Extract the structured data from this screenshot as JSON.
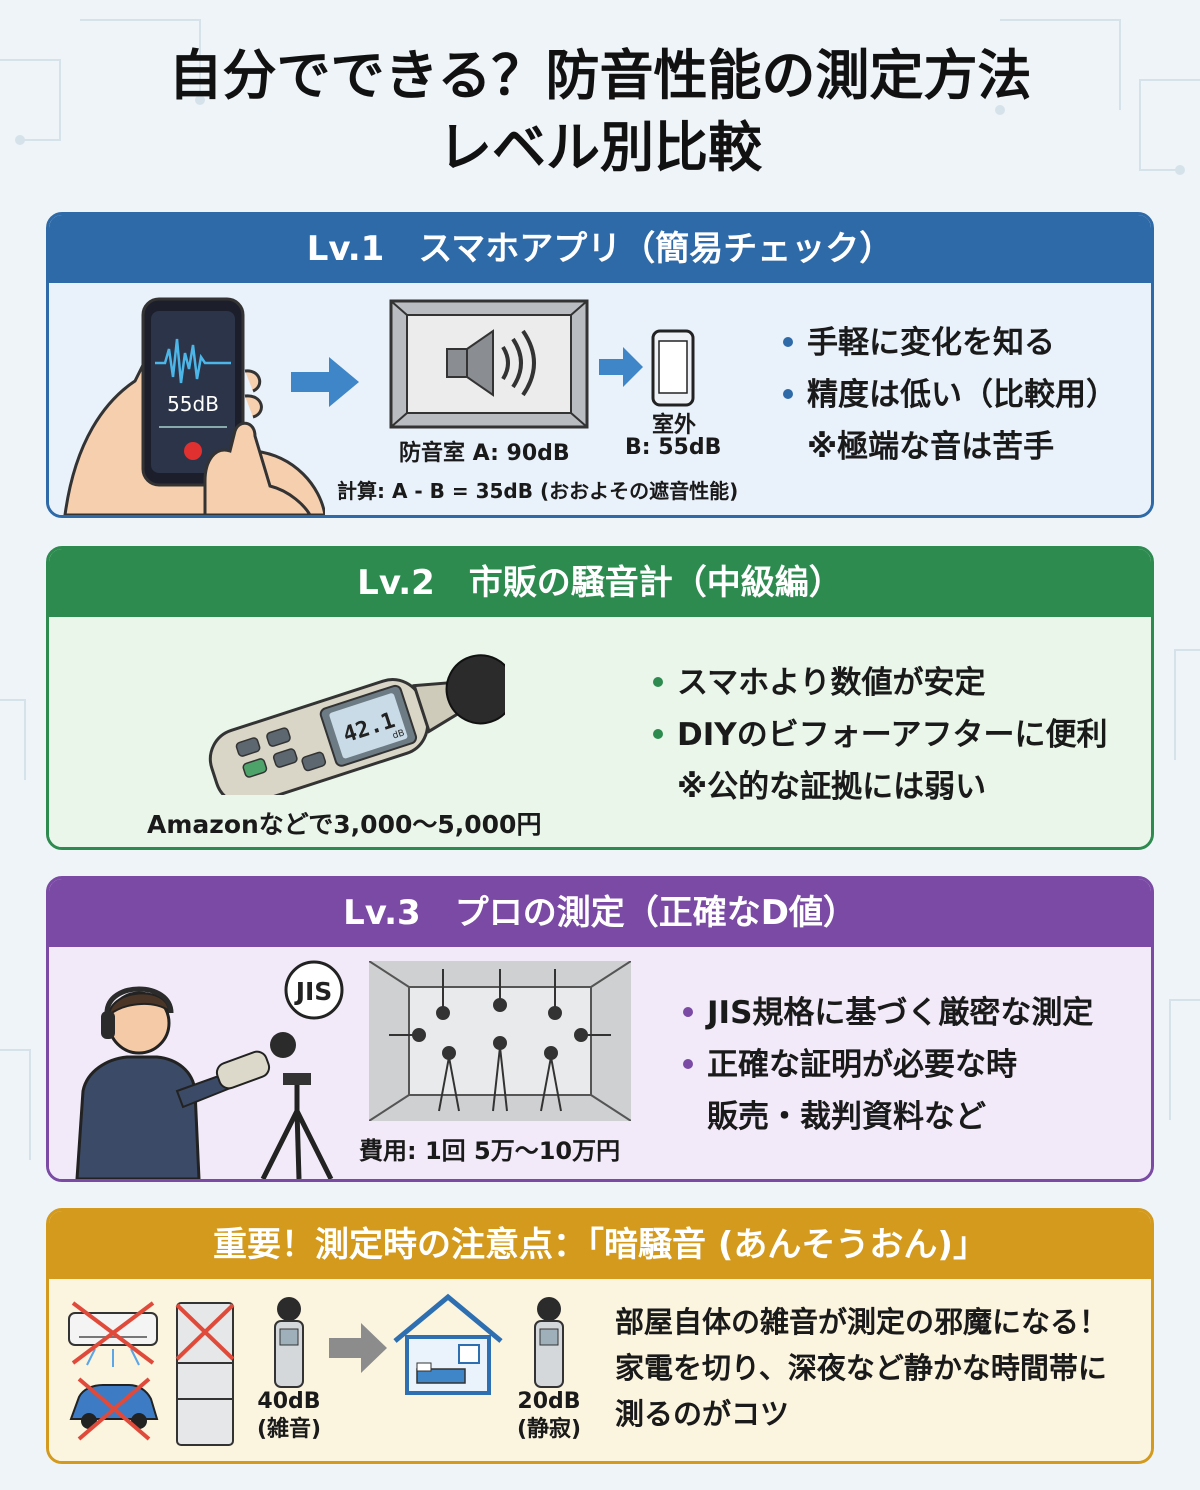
{
  "title": {
    "line1": "自分でできる？防音性能の測定方法",
    "line2": "レベル別比較"
  },
  "lv1": {
    "header": "Lv.1　スマホアプリ（簡易チェック）",
    "phone_reading": "55dB",
    "room_label": "防音室 A: 90dB",
    "outside_label1": "室外",
    "outside_label2": "B: 55dB",
    "calc": "計算: A - B = 35dB (おおよその遮音性能)",
    "bullets": [
      "手軽に変化を知る",
      "精度は低い（比較用）"
    ],
    "note": "※極端な音は苦手",
    "accent": "#2f6aa8"
  },
  "lv2": {
    "header": "Lv.2　市販の騒音計（中級編）",
    "meter_reading": "42.1",
    "meter_unit": "dB",
    "price": "Amazonなどで3,000〜5,000円",
    "bullets": [
      "スマホより数値が安定",
      "DIYのビフォーアフターに便利"
    ],
    "note": "※公的な証拠には弱い",
    "accent": "#2e8b50"
  },
  "lv3": {
    "header": "Lv.3　プロの測定（正確なD値）",
    "jis_mark": "JIS",
    "cost": "費用: 1回 5万〜10万円",
    "bullets": [
      "JIS規格に基づく厳密な測定",
      "正確な証明が必要な時"
    ],
    "note": "販売・裁判資料など",
    "accent": "#7a4aa4"
  },
  "lv4": {
    "header": "重要！測定時の注意点：「暗騒音 (あんそうおん)」",
    "before_value": "40dB",
    "before_note": "(雑音)",
    "after_value": "20dB",
    "after_note": "(静寂)",
    "lines": [
      "部屋自体の雑音が測定の邪魔になる！",
      "家電を切り、深夜など静かな時間帯に",
      "測るのがコツ"
    ],
    "accent": "#d39a1e"
  }
}
